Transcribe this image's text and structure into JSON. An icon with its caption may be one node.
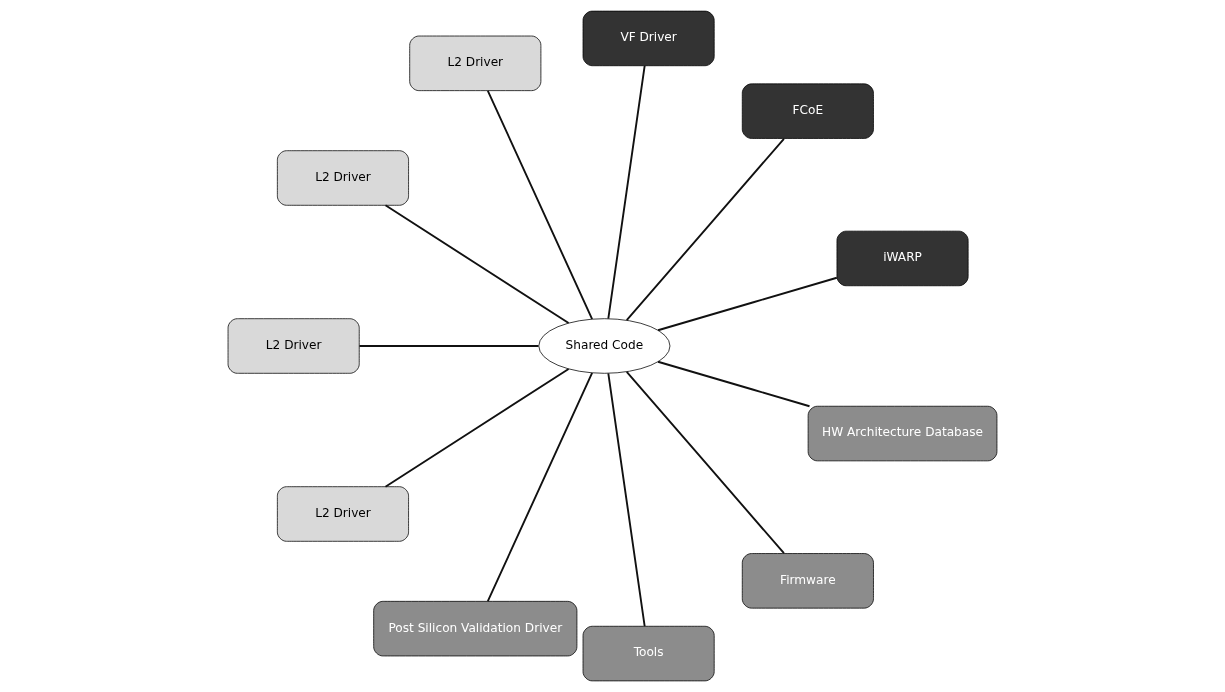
{
  "diagram": {
    "nodes": [
      {
        "text": [
          "iWARP"
        ]
      },
      {
        "text": [
          "FCoE"
        ]
      },
      {
        "text": [
          "VF Driver"
        ]
      },
      {
        "text": [
          "L2 Driver"
        ]
      },
      {
        "text": [
          "L2 Driver"
        ]
      },
      {
        "text": [
          "Shared Code"
        ]
      },
      {
        "text": [
          "L2 Driver"
        ]
      },
      {
        "text": [
          "L2 Driver"
        ]
      },
      {
        "text": [
          "Post Silicon Validation Driver"
        ]
      },
      {
        "text": [
          "Tools"
        ]
      },
      {
        "text": [
          "Firmware"
        ]
      },
      {
        "text": [
          "HW Architecture Database"
        ]
      }
    ],
    "edges": [
      {
        "from": 5,
        "to": 0,
        "arrow": "none"
      },
      {
        "from": 5,
        "to": 1,
        "arrow": "none"
      },
      {
        "from": 5,
        "to": 2,
        "arrow": "none"
      },
      {
        "from": 5,
        "to": 3,
        "arrow": "none"
      },
      {
        "from": 5,
        "to": 4,
        "arrow": "none"
      },
      {
        "from": 5,
        "to": 6,
        "arrow": "none"
      },
      {
        "from": 5,
        "to": 7,
        "arrow": "none"
      },
      {
        "from": 5,
        "to": 8,
        "arrow": "none"
      },
      {
        "from": 5,
        "to": 9,
        "arrow": "none"
      },
      {
        "from": 5,
        "to": 10,
        "arrow": "none"
      },
      {
        "from": 5,
        "to": 11,
        "arrow": "none"
      }
    ]
  }
}
